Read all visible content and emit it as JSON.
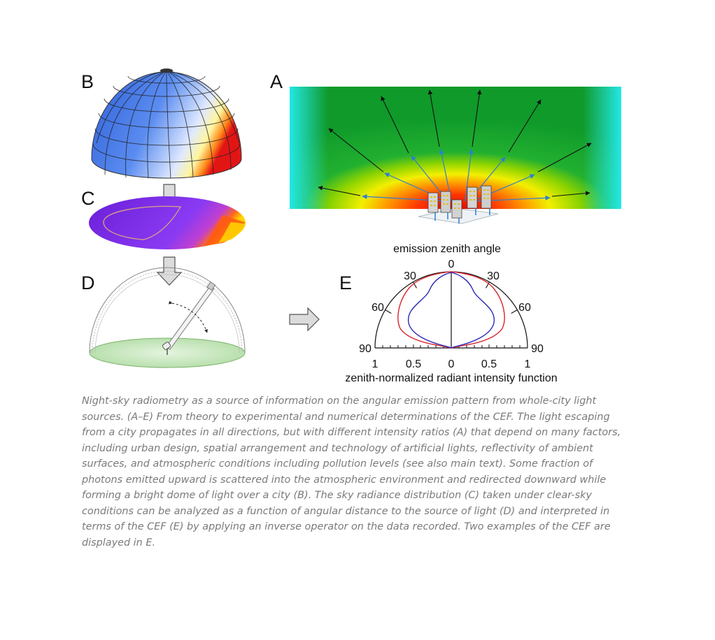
{
  "figure": {
    "panel_labels": {
      "a": "A",
      "b": "B",
      "c": "C",
      "d": "D",
      "e": "E"
    },
    "polar": {
      "title": "emission zenith angle",
      "xlabel": "zenith-normalized radiant intensity function",
      "angle_labels": {
        "top": "0",
        "left30": "30",
        "right30": "30",
        "left60": "60",
        "right60": "60",
        "left90": "90",
        "right90": "90"
      },
      "radial_labels": {
        "l1": "1",
        "l05": "0.5",
        "c0": "0",
        "r05": "0.5",
        "r1": "1"
      }
    },
    "colors": {
      "field_green": "#13a02c",
      "field_cyan": "#23e8e6",
      "dome_blue": "#3c6fe0",
      "plane_purple": "#7f32f0",
      "curve_red": "#d8262c",
      "curve_blue": "#2a2ab8",
      "floor_green": "#c9e9c1"
    }
  },
  "caption": "Night-sky radiometry as a source of information on the angular emission pattern from whole-city light sources. (A–E) From theory to experimental and numerical determinations of the CEF. The light escaping from a city propagates in all directions, but with different intensity ratios (A) that depend on many factors, including urban design, spatial arrangement and technology of artificial lights, reflectivity of ambient surfaces, and atmospheric conditions including pollution levels (see also main text). Some fraction of photons emitted upward is scattered into the atmospheric environment and redirected downward while forming a bright dome of light over a city (B). The sky radiance distribution (C) taken under clear-sky conditions can be analyzed as a function of angular distance to the source of light (D) and interpreted in terms of the CEF (E) by applying an inverse operator on the data recorded. Two examples of the CEF are displayed in E."
}
